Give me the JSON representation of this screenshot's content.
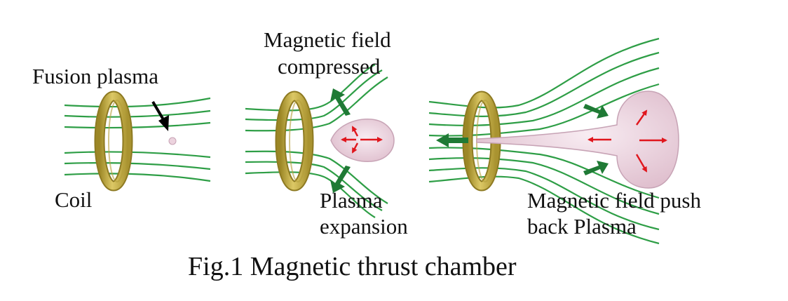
{
  "labels": {
    "fusion_plasma": "Fusion plasma",
    "coil": "Coil",
    "field_compressed_line1": "Magnetic field",
    "field_compressed_line2": "compressed",
    "plasma_expansion_line1": "Plasma",
    "plasma_expansion_line2": "expansion",
    "push_back_line1": "Magnetic field push",
    "push_back_line2": "back Plasma"
  },
  "caption": "Fig.1 Magnetic thrust chamber",
  "colors": {
    "field_line": "#2e9e46",
    "field_arrow": "#1f7a35",
    "coil_fill": "#c9b24a",
    "coil_stroke": "#a08c2c",
    "plasma_fill": "#ecd3de",
    "plasma_stroke": "#c7a3b5",
    "expansion_arrow": "#e0161d",
    "pointer_arrow": "#000000"
  },
  "panels": [
    "initial-state",
    "plasma-expansion",
    "plasma-push-back"
  ]
}
